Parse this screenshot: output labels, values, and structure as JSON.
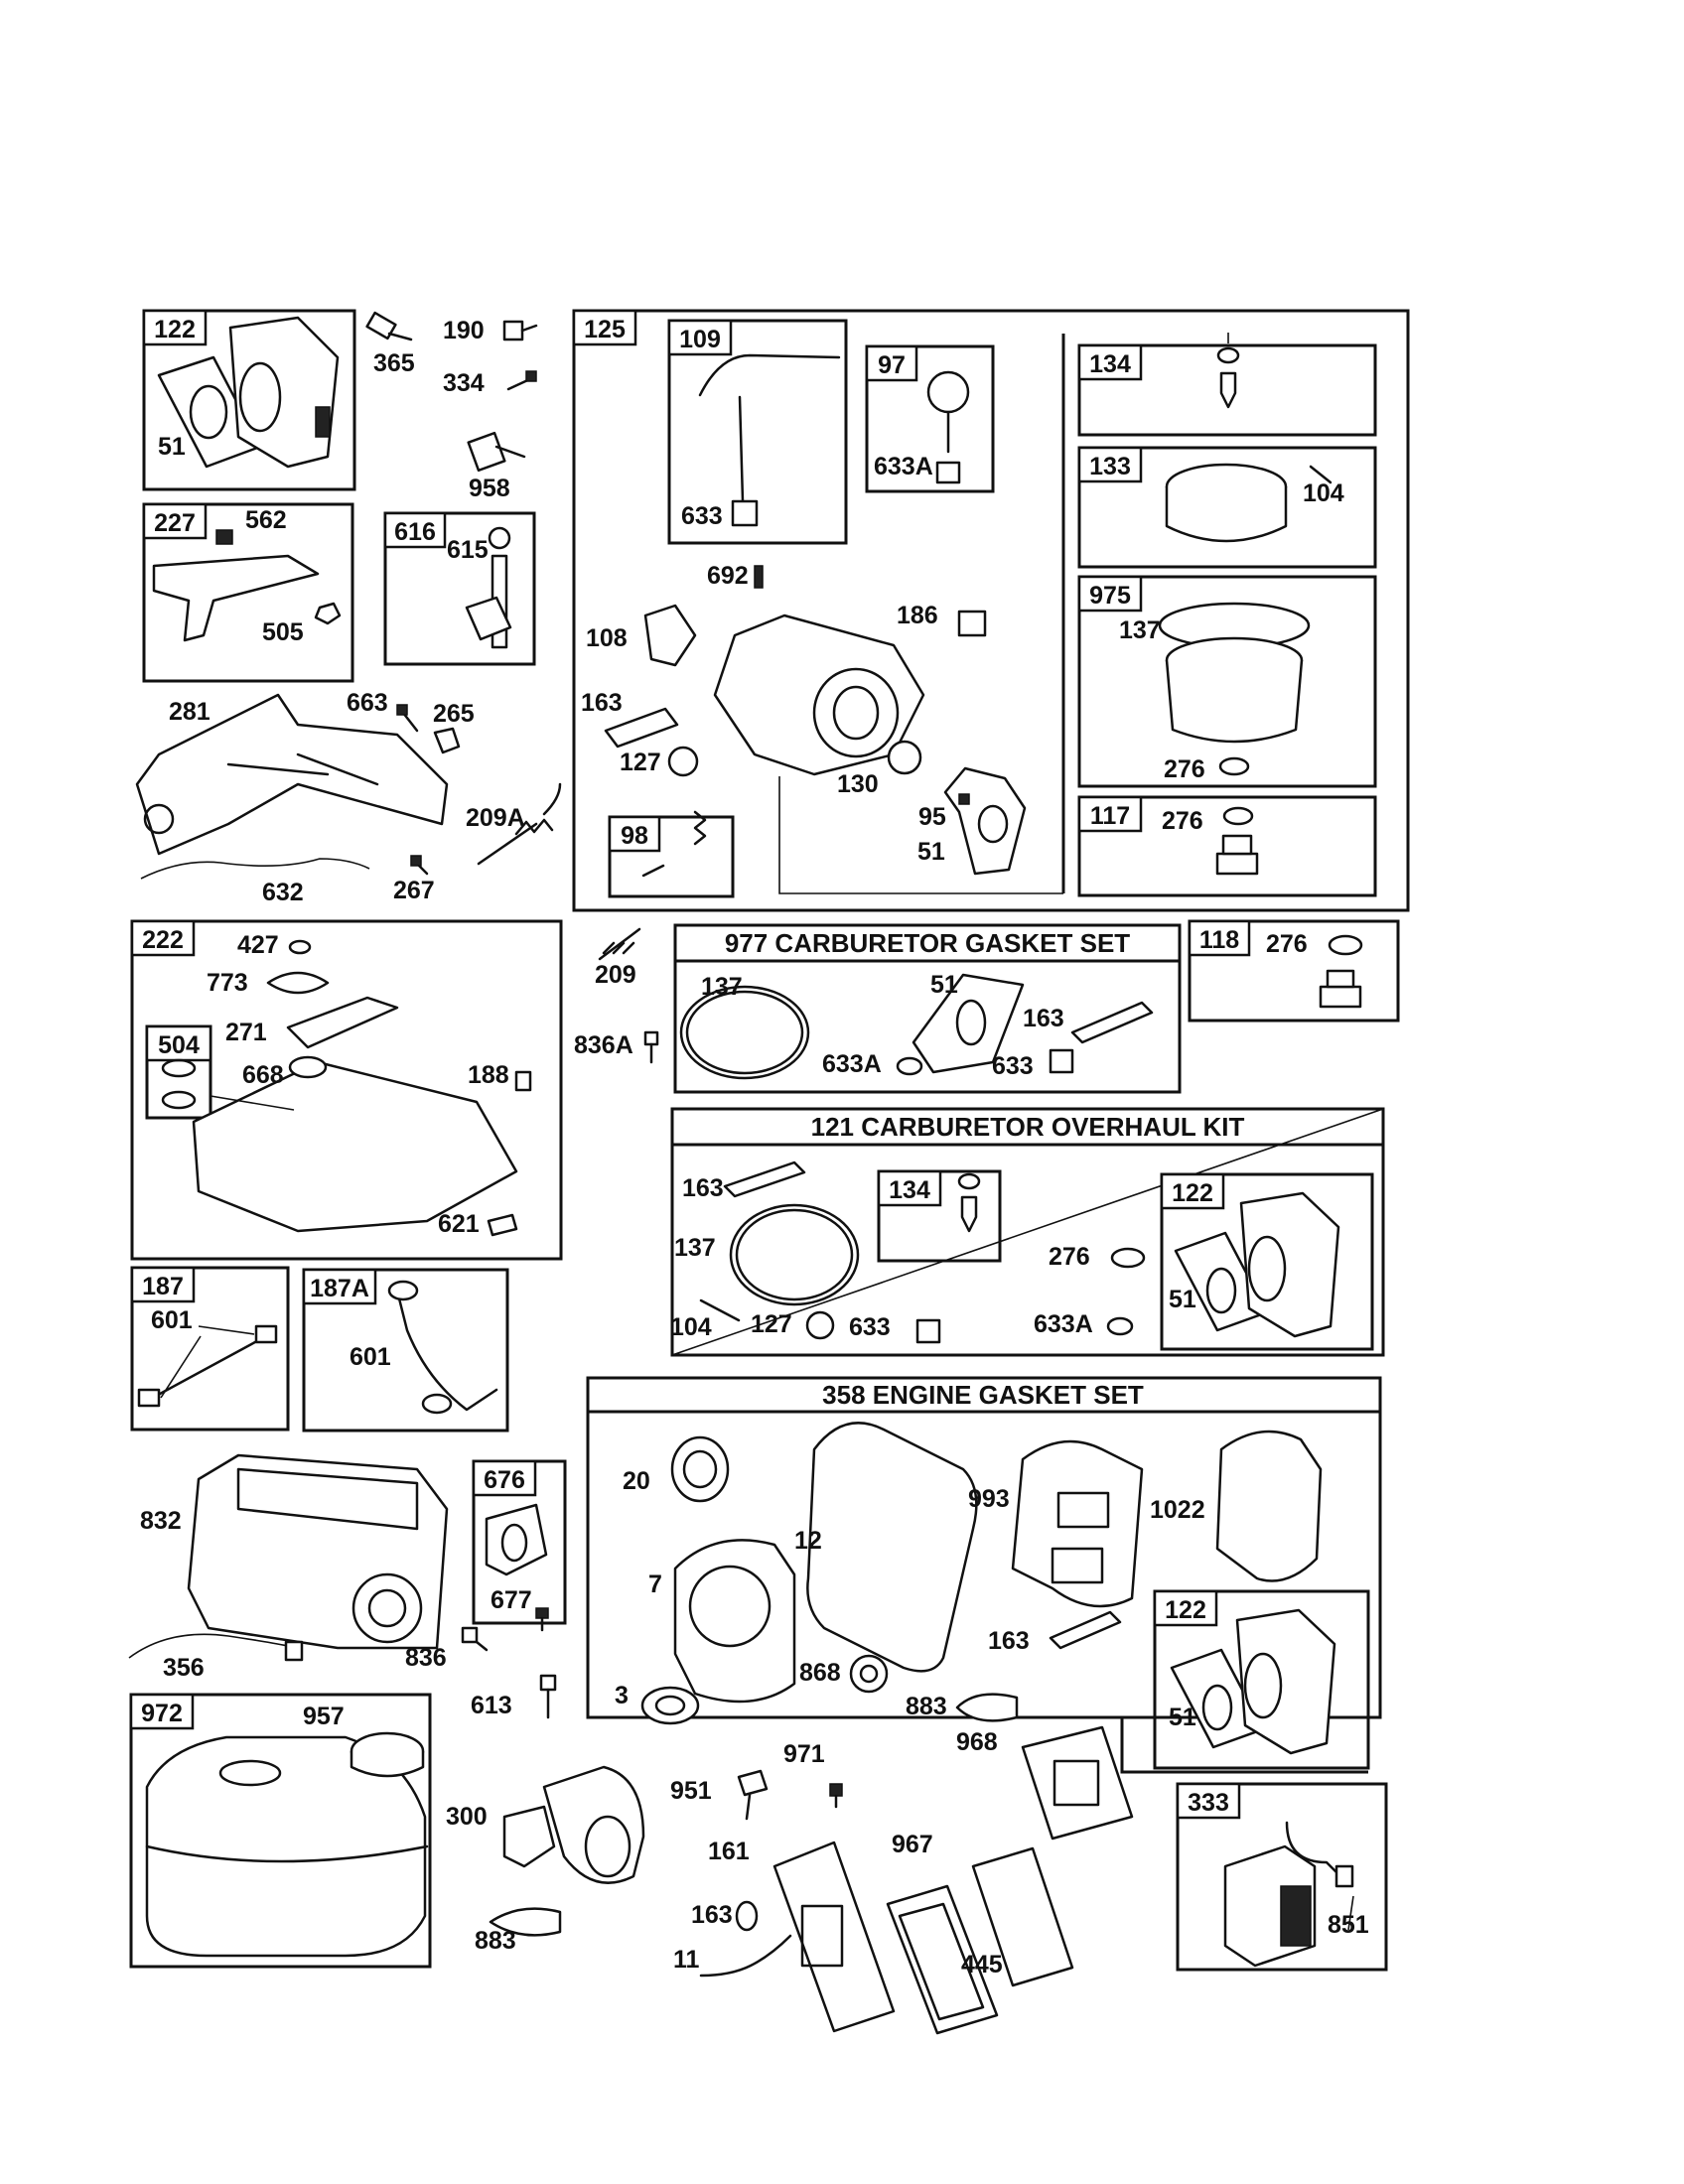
{
  "groups": {
    "g122a": "122",
    "g227": "227",
    "g616": "616",
    "g125": "125",
    "g109": "109",
    "g97": "97",
    "g134": "134",
    "g133": "133",
    "g975": "975",
    "g98": "98",
    "g117": "117",
    "g222": "222",
    "g504": "504",
    "g118": "118",
    "g187": "187",
    "g187a": "187A",
    "g676": "676",
    "g972": "972",
    "g333": "333",
    "g121_134": "134",
    "g121_122": "122",
    "g358_122": "122"
  },
  "kits": {
    "k977": "977 CARBURETOR  GASKET SET",
    "k121": "121 CARBURETOR OVERHAUL KIT",
    "k358": "358 ENGINE GASKET SET"
  },
  "callouts": {
    "c51a": "51",
    "c365": "365",
    "c190": "190",
    "c334": "334",
    "c958": "958",
    "c562": "562",
    "c505": "505",
    "c615": "615",
    "c281": "281",
    "c663": "663",
    "c265": "265",
    "c209a": "209A",
    "c632": "632",
    "c267": "267",
    "c633": "633",
    "c633a": "633A",
    "c692": "692",
    "c186": "186",
    "c108": "108",
    "c163a": "163",
    "c127a": "127",
    "c130": "130",
    "c95": "95",
    "c51b": "51",
    "c104a": "104",
    "c137a": "137",
    "c276a": "276",
    "c276b": "276",
    "c427": "427",
    "c773": "773",
    "c271": "271",
    "c668": "668",
    "c188": "188",
    "c621": "621",
    "c209": "209",
    "c836a": "836A",
    "c137b": "137",
    "c51c": "51",
    "c163b": "163",
    "c633ab": "633A",
    "c633b": "633",
    "c276c": "276",
    "c163c": "163",
    "c137c": "137",
    "c276d": "276",
    "c104b": "104",
    "c127b": "127",
    "c633c": "633",
    "c633ac": "633A",
    "c51d": "51",
    "c601a": "601",
    "c601b": "601",
    "c832": "832",
    "c677": "677",
    "c356": "356",
    "c836": "836",
    "c613": "613",
    "c20": "20",
    "c12": "12",
    "c993": "993",
    "c1022": "1022",
    "c7": "7",
    "c163d": "163",
    "c868": "868",
    "c3": "3",
    "c883a": "883",
    "c51e": "51",
    "c957": "957",
    "c300": "300",
    "c883b": "883",
    "c971": "971",
    "c951": "951",
    "c968": "968",
    "c161": "161",
    "c967": "967",
    "c163e": "163",
    "c11": "11",
    "c445": "445",
    "c851": "851"
  }
}
